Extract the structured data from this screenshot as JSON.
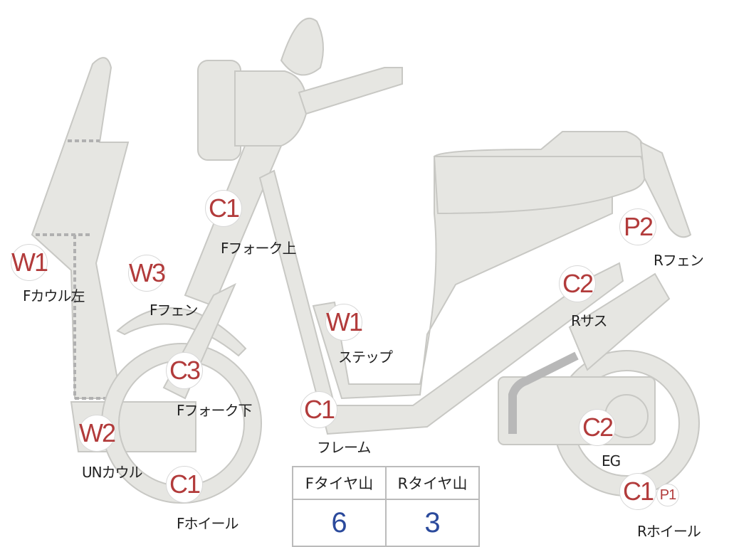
{
  "badges": [
    {
      "code": "W1",
      "label": "Fカウル左"
    },
    {
      "code": "W3",
      "label": "Fフェン"
    },
    {
      "code": "C1",
      "label": "Fフォーク上"
    },
    {
      "code": "C3",
      "label": "Fフォーク下"
    },
    {
      "code": "W2",
      "label": "UNカウル"
    },
    {
      "code": "C1",
      "label": "Fホイール"
    },
    {
      "code": "W1",
      "label": "ステップ"
    },
    {
      "code": "C1",
      "label": "フレーム"
    },
    {
      "code": "P2",
      "label": "Rフェン"
    },
    {
      "code": "C2",
      "label": "Rサス"
    },
    {
      "code": "C2",
      "label": "EG"
    },
    {
      "code": "C1",
      "extra": "P1",
      "label": "Rホイール"
    }
  ],
  "tire_table": {
    "headers": [
      "Fタイヤ山",
      "Rタイヤ山"
    ],
    "values": [
      "6",
      "3"
    ]
  },
  "colors": {
    "badge": "#b23b3b",
    "value": "#2b4a9c",
    "part": "#e6e6e2"
  }
}
